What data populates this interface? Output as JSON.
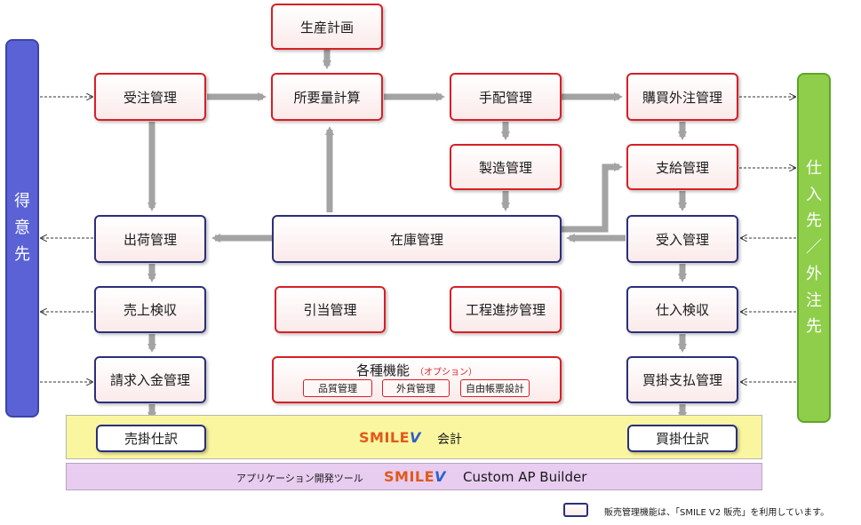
{
  "left_panel": {
    "chars": [
      "得",
      "意",
      "先"
    ],
    "color": "#5a62d6"
  },
  "right_panel": {
    "chars": [
      "仕",
      "入",
      "先",
      "／",
      "外",
      "注",
      "先"
    ],
    "color": "#8fce4a"
  },
  "boxes": {
    "production_plan": "生産計画",
    "order_receiving": "受注管理",
    "mrp": "所要量計算",
    "arrangement": "手配管理",
    "purchase_outsourcing": "購買外注管理",
    "manufacturing": "製造管理",
    "supply": "支給管理",
    "shipping": "出荷管理",
    "inventory": "在庫管理",
    "receiving": "受入管理",
    "sales_inspection": "売上検収",
    "allocation": "引当管理",
    "process_progress": "工程進捗管理",
    "purchase_inspection": "仕入検収",
    "billing": "請求入金管理",
    "payables": "買掛支払管理",
    "ar_journal": "売掛仕訳",
    "ap_journal": "買掛仕訳"
  },
  "options": {
    "title": "各種機能",
    "note": "（オプション）",
    "items": [
      "品質管理",
      "外貨管理",
      "自由帳票設計"
    ]
  },
  "accounting_band": {
    "logo": "SMILE",
    "logo_mark": "V",
    "label": "会計",
    "color": "#faf6a0"
  },
  "tool_band": {
    "prefix": "アプリケーション開発ツール",
    "logo": "SMILE",
    "logo_mark": "V",
    "label": "Custom AP Builder",
    "color": "#e8cdf0"
  },
  "legend": {
    "text": "販売管理機能は、「SMILE V2 販売」を利用しています。"
  }
}
